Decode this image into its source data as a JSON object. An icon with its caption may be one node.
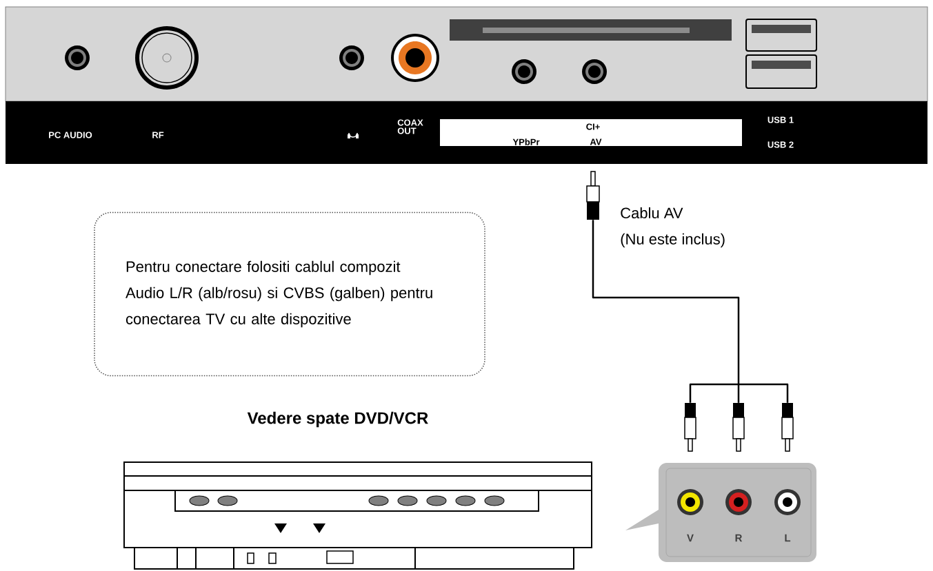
{
  "diagram": {
    "nodes": [
      {
        "text": [],
        "shape": "plug",
        "beside": [
          "Cablu AV",
          "(Nu este inclus)"
        ]
      },
      {
        "text": [
          "Pentru conectare folositi cablul compozit Audio L/R (alb/rosu) si CVBS (galben) pentru conectarea TV cu alte dispozitive"
        ]
      },
      {
        "text": [],
        "shape": "plug"
      },
      {
        "text": [],
        "shape": "plug"
      },
      {
        "text": [],
        "shape": "plug"
      }
    ],
    "edges": [
      {
        "from": 0,
        "to": 2,
        "arrow": "none"
      },
      {
        "from": 0,
        "to": 3,
        "arrow": "none"
      },
      {
        "from": 0,
        "to": 4,
        "arrow": "none"
      }
    ],
    "labels": [
      "PC AUDIO",
      "RF",
      "COAX OUT",
      "CI+",
      "USB 1",
      "YPbPr",
      "AV",
      "USB 2",
      "Vedere spate DVD/VCR",
      "V",
      "R",
      "L"
    ]
  }
}
